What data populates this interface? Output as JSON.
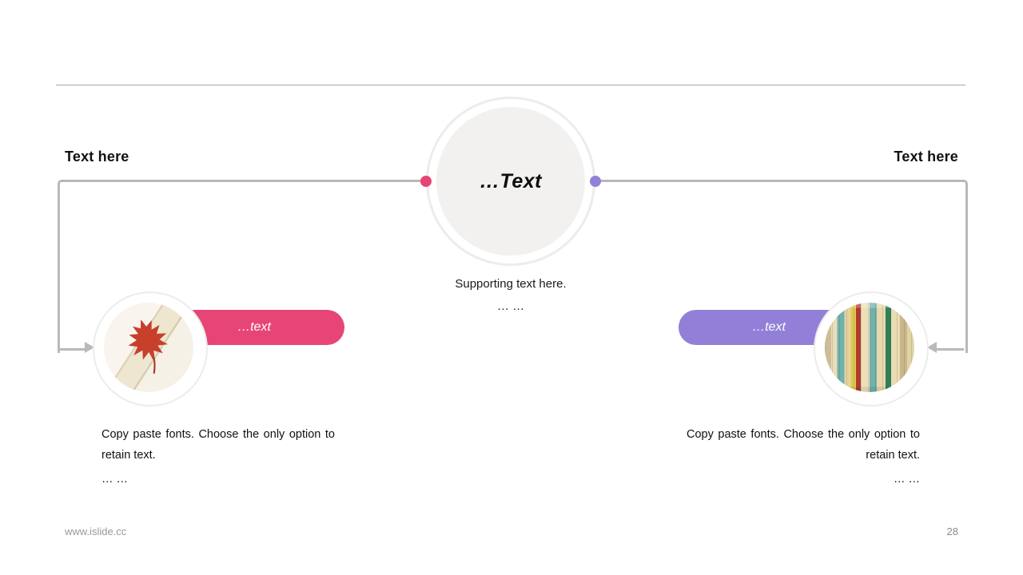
{
  "slide": {
    "footer_url": "www.islide.cc",
    "page_number": "28"
  },
  "center": {
    "circle_label": "…Text",
    "supporting_text": "Supporting text here.",
    "ellipsis": "… …"
  },
  "left": {
    "heading": "Text here",
    "pill_label": "…text",
    "body_text": "Copy paste fonts. Choose the only option to retain text.",
    "body_ellipsis": "… …"
  },
  "right": {
    "heading": "Text here",
    "pill_label": "…text",
    "body_text": "Copy paste fonts. Choose the only option to retain text.",
    "body_ellipsis": "… …"
  },
  "icons": {
    "left_connector_arrow": "arrow-right",
    "right_connector_arrow": "arrow-left",
    "left_photo": "maple-leaf-on-open-book",
    "right_photo": "vintage-book-spines"
  },
  "colors": {
    "pink": "#E84577",
    "purple": "#9280D8",
    "connector_gray": "#B9B9B9",
    "circle_fill": "#F2F1F0"
  }
}
